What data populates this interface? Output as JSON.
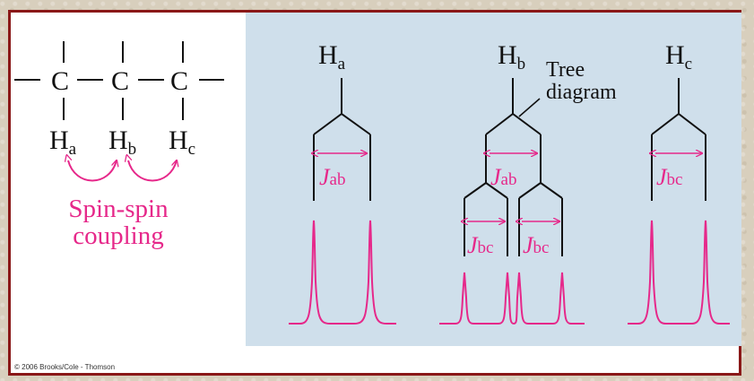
{
  "molecule": {
    "carbon": "C",
    "atoms": [
      {
        "base": "H",
        "sub": "a"
      },
      {
        "base": "H",
        "sub": "b"
      },
      {
        "base": "H",
        "sub": "c"
      }
    ],
    "caption_line1": "Spin-spin",
    "caption_line2": "coupling"
  },
  "signals": {
    "a": {
      "base": "H",
      "sub": "a"
    },
    "b": {
      "base": "H",
      "sub": "b"
    },
    "c": {
      "base": "H",
      "sub": "c"
    }
  },
  "tree_label_line1": "Tree",
  "tree_label_line2": "diagram",
  "couplings": {
    "ab": {
      "base": "J",
      "sub": "ab"
    },
    "bc": {
      "base": "J",
      "sub": "bc"
    }
  },
  "credit": "© 2006 Brooks/Cole - Thomson",
  "colors": {
    "magenta": "#e6288a",
    "panel": "#cfdfeb",
    "border": "#8a1818",
    "ink": "#111111"
  }
}
